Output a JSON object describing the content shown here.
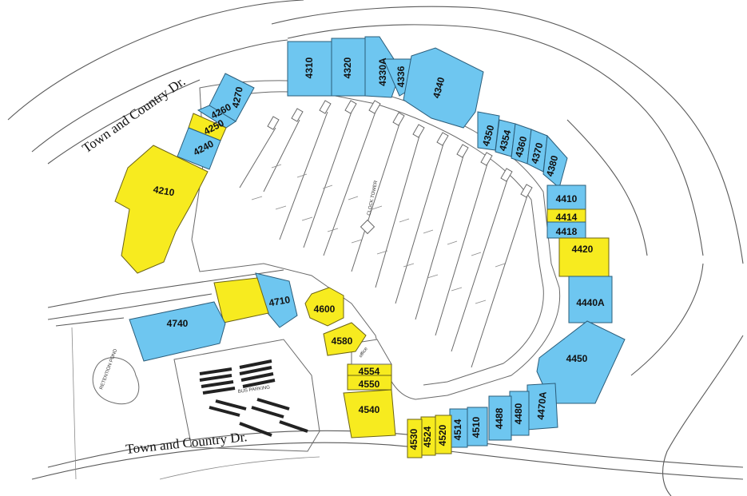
{
  "streets": {
    "top": "Town and Country Dr.",
    "bottom": "Town and Country Dr."
  },
  "labels": {
    "clock_tower": "CLOCK TOWER",
    "retention_pond": "RETENTION POND",
    "bus_parking": "BUS PARKING",
    "office": "office"
  },
  "colors": {
    "available": "#f7eb1f",
    "leased": "#6ec6f0"
  },
  "units": [
    {
      "id": "4270",
      "color": "leased"
    },
    {
      "id": "4260",
      "color": "leased"
    },
    {
      "id": "4250",
      "color": "available"
    },
    {
      "id": "4240",
      "color": "leased"
    },
    {
      "id": "4210",
      "color": "available"
    },
    {
      "id": "4310",
      "color": "leased"
    },
    {
      "id": "4320",
      "color": "leased"
    },
    {
      "id": "4330A",
      "color": "leased"
    },
    {
      "id": "4336",
      "color": "leased"
    },
    {
      "id": "4340",
      "color": "leased"
    },
    {
      "id": "4350",
      "color": "leased"
    },
    {
      "id": "4354",
      "color": "leased"
    },
    {
      "id": "4360",
      "color": "leased"
    },
    {
      "id": "4370",
      "color": "leased"
    },
    {
      "id": "4380",
      "color": "leased"
    },
    {
      "id": "4410",
      "color": "leased"
    },
    {
      "id": "4414",
      "color": "available"
    },
    {
      "id": "4418",
      "color": "leased"
    },
    {
      "id": "4420",
      "color": "available"
    },
    {
      "id": "4440A",
      "color": "leased"
    },
    {
      "id": "4450",
      "color": "leased"
    },
    {
      "id": "4470A",
      "color": "leased"
    },
    {
      "id": "4480",
      "color": "leased"
    },
    {
      "id": "4488",
      "color": "leased"
    },
    {
      "id": "4510",
      "color": "leased"
    },
    {
      "id": "4514",
      "color": "leased"
    },
    {
      "id": "4520",
      "color": "available"
    },
    {
      "id": "4524",
      "color": "available"
    },
    {
      "id": "4530",
      "color": "available"
    },
    {
      "id": "4540",
      "color": "available"
    },
    {
      "id": "4550",
      "color": "available"
    },
    {
      "id": "4554",
      "color": "available"
    },
    {
      "id": "4580",
      "color": "available"
    },
    {
      "id": "4600",
      "color": "available"
    },
    {
      "id": "4710",
      "color": "leased"
    },
    {
      "id": "4740",
      "color": "leased"
    }
  ]
}
